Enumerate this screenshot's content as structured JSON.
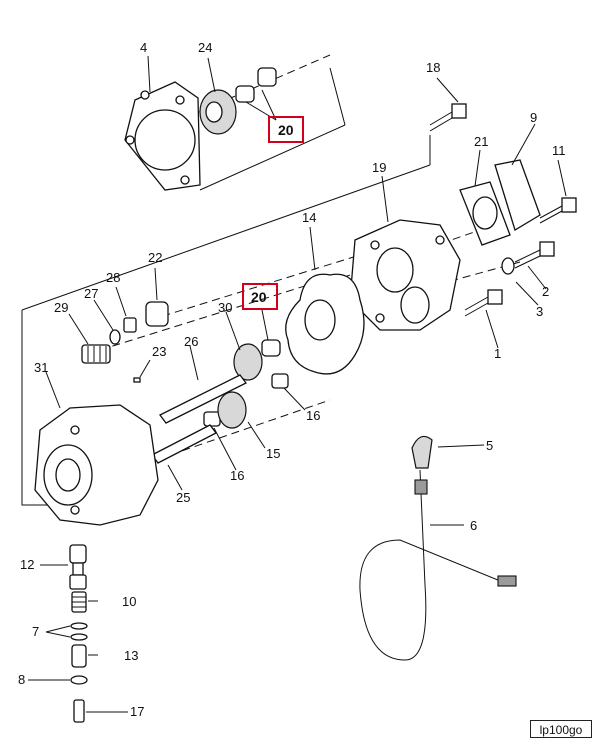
{
  "callouts": {
    "c1": "1",
    "c2": "2",
    "c3": "3",
    "c4": "4",
    "c5": "5",
    "c6": "6",
    "c7": "7",
    "c8": "8",
    "c9": "9",
    "c10": "10",
    "c11": "11",
    "c12": "12",
    "c13": "13",
    "c14": "14",
    "c15": "15",
    "c16a": "16",
    "c16b": "16",
    "c17": "17",
    "c18": "18",
    "c19": "19",
    "c20a": "20",
    "c20b": "20",
    "c21": "21",
    "c22": "22",
    "c23": "23",
    "c24": "24",
    "c25": "25",
    "c26": "26",
    "c27": "27",
    "c28": "28",
    "c29": "29",
    "c30": "30",
    "c31": "31"
  },
  "reference_code": "lp100go",
  "highlight_color": "#d0021b"
}
